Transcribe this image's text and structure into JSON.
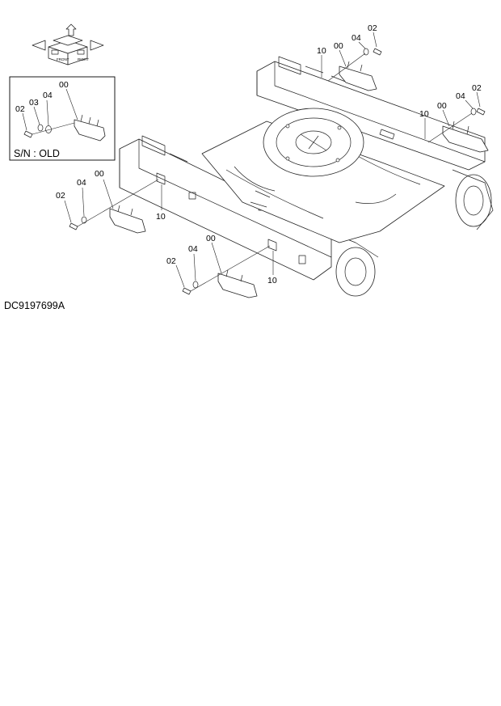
{
  "labels": {
    "part_00": "00",
    "part_02": "02",
    "part_03": "03",
    "part_04": "04",
    "part_10": "10"
  },
  "inset": {
    "caption": "S/N : OLD"
  },
  "drawing_id": "DC9197699A",
  "orientation_icon": {
    "icon": "machine-orientation-icon",
    "text_left": "FRONT",
    "text_right": "RIGHT"
  }
}
